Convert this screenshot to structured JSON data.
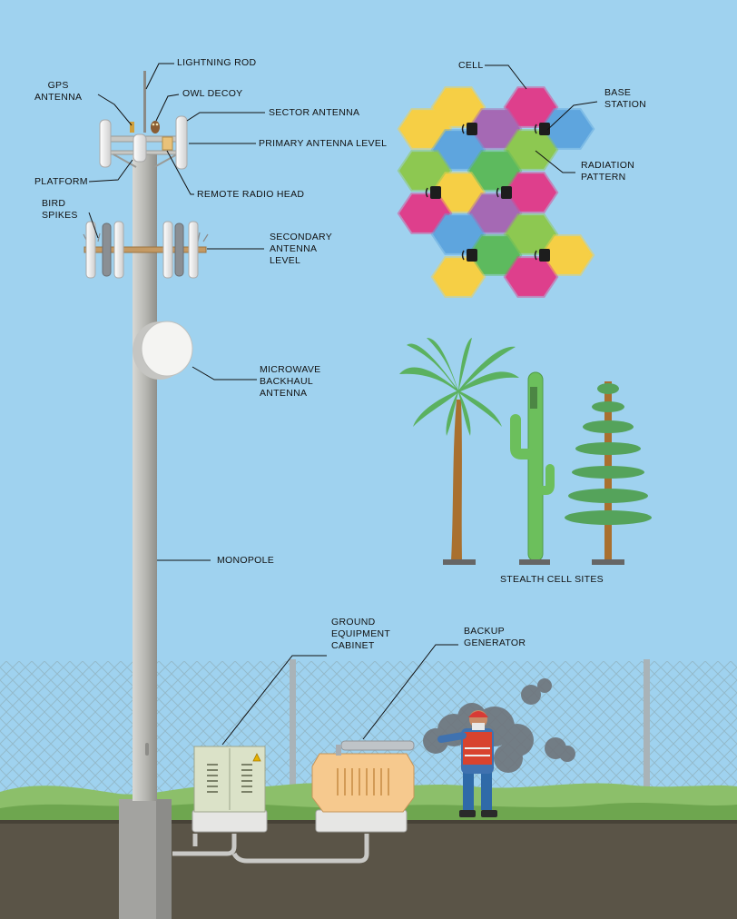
{
  "labels": {
    "lightning_rod": "LIGHTNING ROD",
    "gps_antenna": "GPS\nANTENNA",
    "owl_decoy": "OWL DECOY",
    "sector_antenna": "SECTOR ANTENNA",
    "primary_antenna_level": "PRIMARY ANTENNA LEVEL",
    "platform": "PLATFORM",
    "remote_radio_head": "REMOTE RADIO HEAD",
    "bird_spikes": "BIRD\nSPIKES",
    "secondary_antenna_level": "SECONDARY\nANTENNA\nLEVEL",
    "microwave_backhaul_antenna": "MICROWAVE\nBACKHAUL\nANTENNA",
    "monopole": "MONOPOLE",
    "cell": "CELL",
    "base_station": "BASE\nSTATION",
    "radiation_pattern": "RADIATION\nPATTERN",
    "stealth_cell_sites": "STEALTH CELL SITES",
    "ground_equipment_cabinet": "GROUND\nEQUIPMENT\nCABINET",
    "backup_generator": "BACKUP\nGENERATOR"
  },
  "colors": {
    "sky": "#9fd2ef",
    "ground": "#5a5447",
    "grass": "#8cbf6a",
    "pole": "#b9b9b4",
    "hex_yellow": "#f6cf45",
    "hex_magenta": "#de3f8c",
    "hex_purple": "#a569b4",
    "hex_blue": "#5ea5de",
    "hex_green": "#5dba5e",
    "hex_lime": "#8dc851"
  }
}
